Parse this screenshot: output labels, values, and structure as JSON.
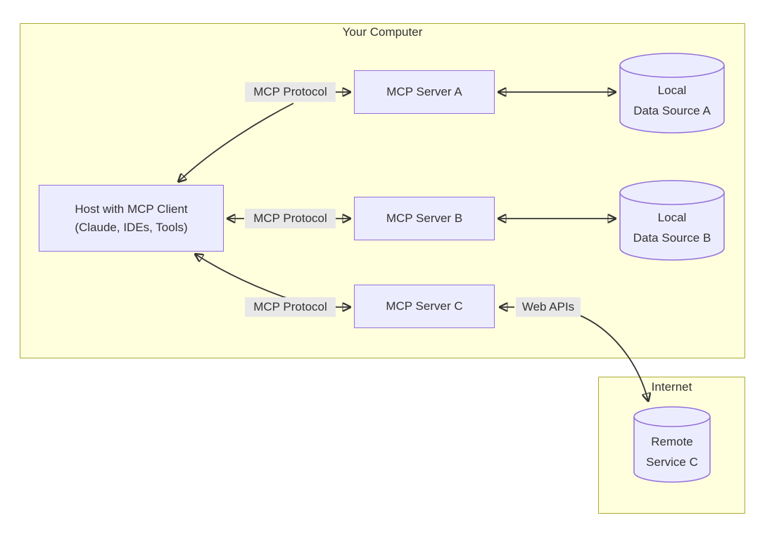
{
  "diagram": {
    "clusters": {
      "computer": {
        "title": "Your Computer"
      },
      "internet": {
        "title": "Internet"
      }
    },
    "nodes": {
      "host": {
        "line1": "Host with MCP Client",
        "line2": "(Claude, IDEs, Tools)"
      },
      "server_a": {
        "label": "MCP Server A"
      },
      "server_b": {
        "label": "MCP Server B"
      },
      "server_c": {
        "label": "MCP Server C"
      },
      "data_a": {
        "line1": "Local",
        "line2": "Data Source A"
      },
      "data_b": {
        "line1": "Local",
        "line2": "Data Source B"
      },
      "remote_c": {
        "line1": "Remote",
        "line2": "Service C"
      }
    },
    "edge_labels": {
      "mcp1": "MCP Protocol",
      "mcp2": "MCP Protocol",
      "mcp3": "MCP Protocol",
      "web": "Web APIs"
    },
    "edges": [
      {
        "from": "host",
        "to": "server_a",
        "label": "MCP Protocol",
        "bidirectional": true
      },
      {
        "from": "host",
        "to": "server_b",
        "label": "MCP Protocol",
        "bidirectional": true
      },
      {
        "from": "host",
        "to": "server_c",
        "label": "MCP Protocol",
        "bidirectional": true
      },
      {
        "from": "server_a",
        "to": "data_a",
        "label": "",
        "bidirectional": true
      },
      {
        "from": "server_b",
        "to": "data_b",
        "label": "",
        "bidirectional": true
      },
      {
        "from": "server_c",
        "to": "remote_c",
        "label": "Web APIs",
        "bidirectional": true
      }
    ],
    "colors": {
      "cluster_fill": "#ffffde",
      "cluster_stroke": "#aaaa33",
      "node_fill": "#ECECFF",
      "node_stroke": "#9370DB",
      "edge_label_bg": "#e8e8e8",
      "text": "#333333",
      "arrow": "#333333"
    }
  }
}
